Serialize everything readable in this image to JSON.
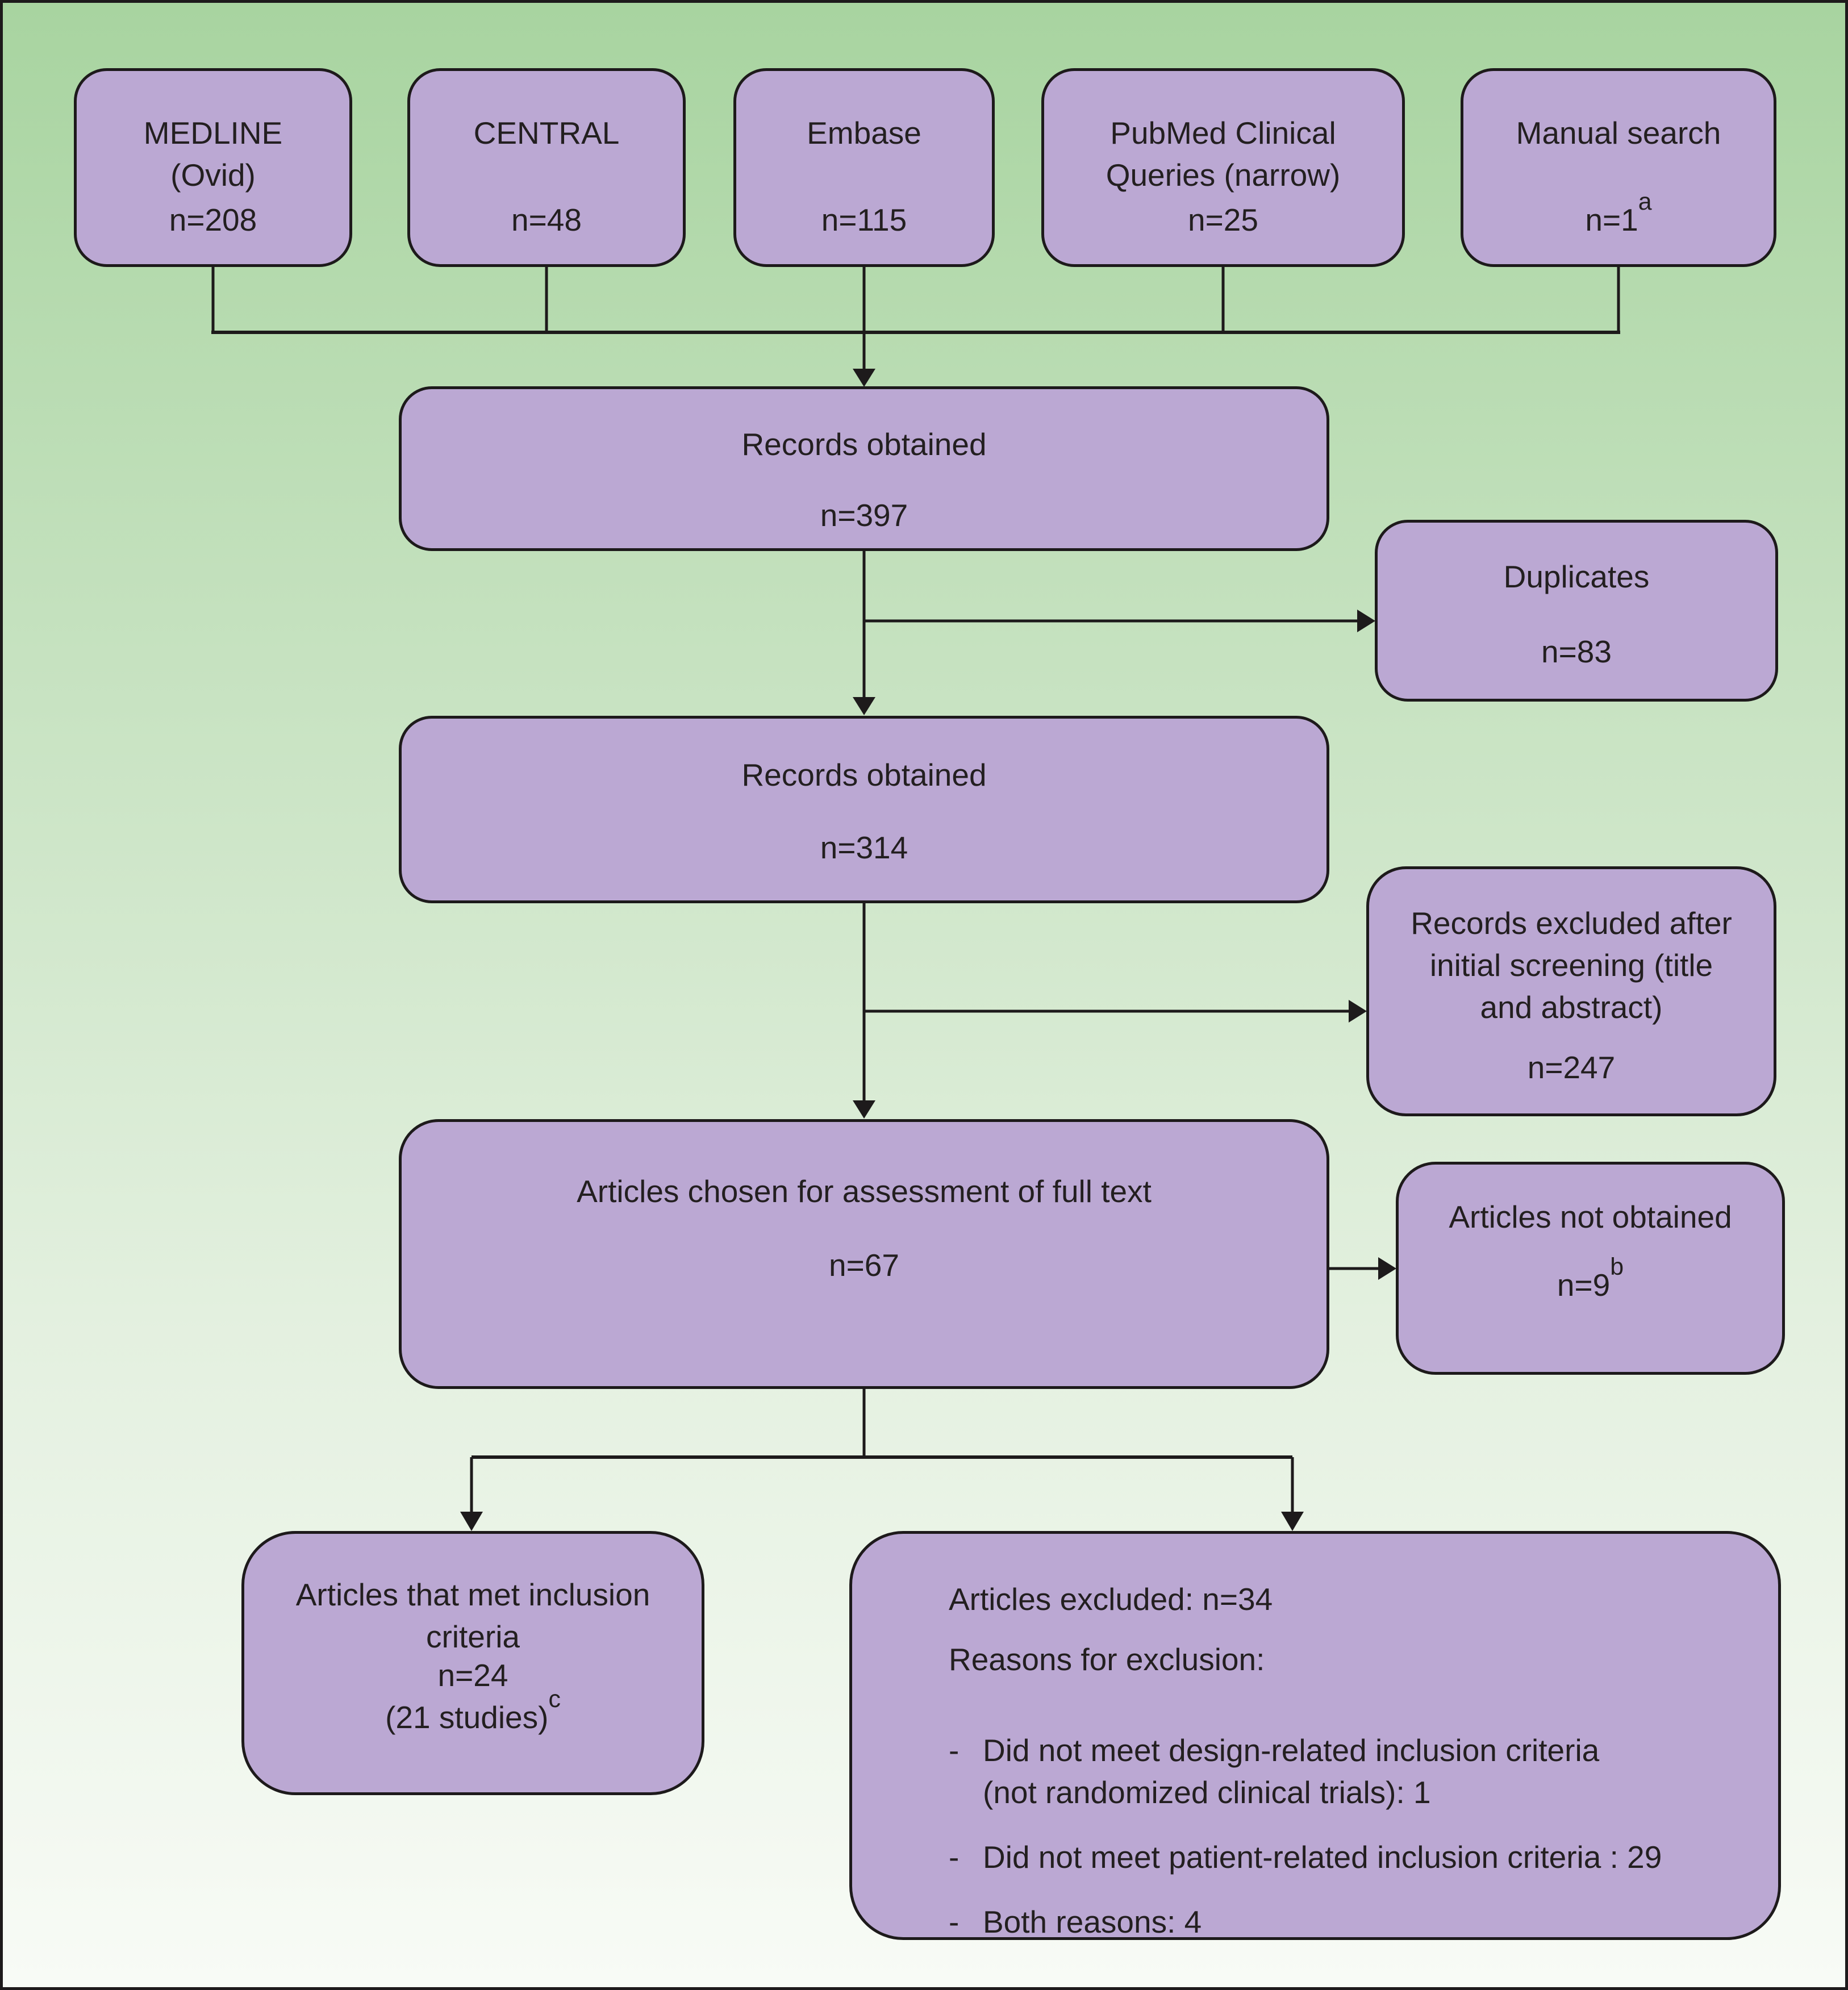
{
  "colors": {
    "background_top": "#a8d4a0",
    "background_bottom": "#f8fbf6",
    "box_fill": "#bba8d3",
    "box_border": "#1d1a1b",
    "text": "#231f20"
  },
  "sources": [
    {
      "l1": "MEDLINE",
      "l2": "(Ovid)",
      "n": "n=208",
      "sup": ""
    },
    {
      "l1": "CENTRAL",
      "l2": "",
      "n": "n=48",
      "sup": ""
    },
    {
      "l1": "Embase",
      "l2": "",
      "n": "n=115",
      "sup": ""
    },
    {
      "l1": "PubMed Clinical",
      "l2": "Queries (narrow)",
      "n": "n=25",
      "sup": ""
    },
    {
      "l1": "Manual search",
      "l2": "",
      "n": "n=1",
      "sup": "a"
    }
  ],
  "flow": {
    "records1": {
      "title": "Records obtained",
      "n": "n=397"
    },
    "duplicates": {
      "title": "Duplicates",
      "n": "n=83"
    },
    "records2": {
      "title": "Records obtained",
      "n": "n=314"
    },
    "excluded_screening": {
      "l1": "Records excluded after",
      "l2": "initial screening (title",
      "l3": "and abstract)",
      "n": "n=247"
    },
    "fulltext": {
      "title": "Articles chosen for assessment of full text",
      "n": "n=67"
    },
    "not_obtained": {
      "title": "Articles not obtained",
      "n": "n=9",
      "sup": "b"
    },
    "included": {
      "l1": "Articles that met inclusion",
      "l2": "criteria",
      "n": "n=24",
      "n2": "(21 studies)",
      "sup": "c"
    },
    "excluded_fulltext": {
      "header": "Articles excluded: n=34",
      "subheader": "Reasons for exclusion:",
      "dash": "-",
      "b1l1": "Did not meet design-related inclusion criteria",
      "b1l2": "(not randomized clinical trials): 1",
      "b2": "Did not meet patient-related inclusion criteria : 29",
      "b3": "Both reasons: 4"
    }
  }
}
